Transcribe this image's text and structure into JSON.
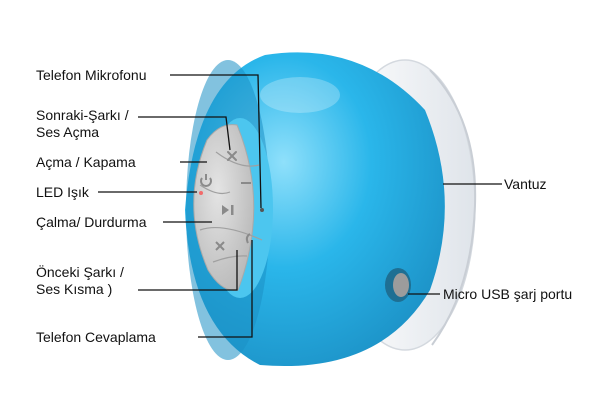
{
  "labels": {
    "mic": "Telefon Mikrofonu",
    "next_line1": "Sonraki-Şarkı /",
    "next_line2": "Ses Açma",
    "power": "Açma / Kapama",
    "led": "LED Işık",
    "play": "Çalma/ Durdurma",
    "prev_line1": "Önceki Şarkı /",
    "prev_line2": "Ses Kısma )",
    "answer": "Telefon Cevaplama",
    "suction": "Vantuz",
    "usb": "Micro USB şarj portu"
  },
  "colors": {
    "body": "#2ab6ea",
    "body_dark": "#1b8fc4",
    "body_light": "#8fe0fb",
    "buttons": "#c9c9c9",
    "suction": "#eef1f4",
    "line": "#111111",
    "text": "#111111"
  },
  "icons": [
    "plus-icon",
    "minus-icon",
    "power-icon",
    "play-pause-icon",
    "phone-icon"
  ]
}
